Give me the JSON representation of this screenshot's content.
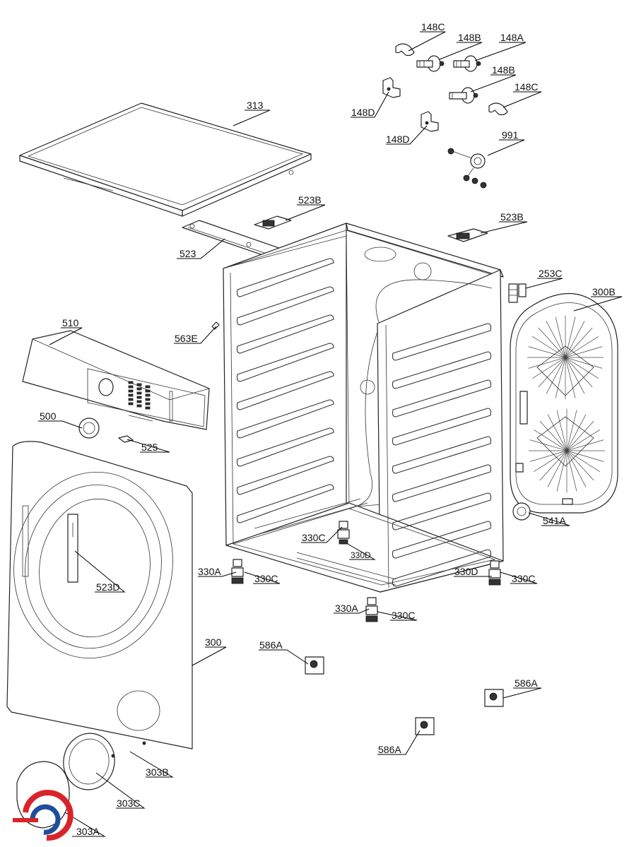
{
  "labels": {
    "l148C_top": "148C",
    "l148B_top": "148B",
    "l148A": "148A",
    "l148B_mid": "148B",
    "l148C_mid": "148C",
    "l148D_1": "148D",
    "l148D_2": "148D",
    "l991": "991",
    "l313": "313",
    "l523B_1": "523B",
    "l523B_2": "523B",
    "l523": "523",
    "l253C": "253C",
    "l300B": "300B",
    "l510": "510",
    "l563E": "563E",
    "l500": "500",
    "l525": "525",
    "l541A": "541A",
    "l330C_1": "330C",
    "l330D_1": "330D",
    "l330A_1": "330A",
    "l330C_2": "330C",
    "l330D_2": "330D",
    "l330C_3": "330C",
    "l523D": "523D",
    "l330A_2": "330A",
    "l330C_4": "330C",
    "l300": "300",
    "l586A_1": "586A",
    "l586A_2": "586A",
    "l586A_3": "586A",
    "l303B": "303B",
    "l303C": "303C",
    "l303A": "303A"
  },
  "colors": {
    "line": "#222222",
    "background": "#ffffff",
    "logo_red": "#d9232a",
    "logo_blue": "#1f4e9c"
  }
}
